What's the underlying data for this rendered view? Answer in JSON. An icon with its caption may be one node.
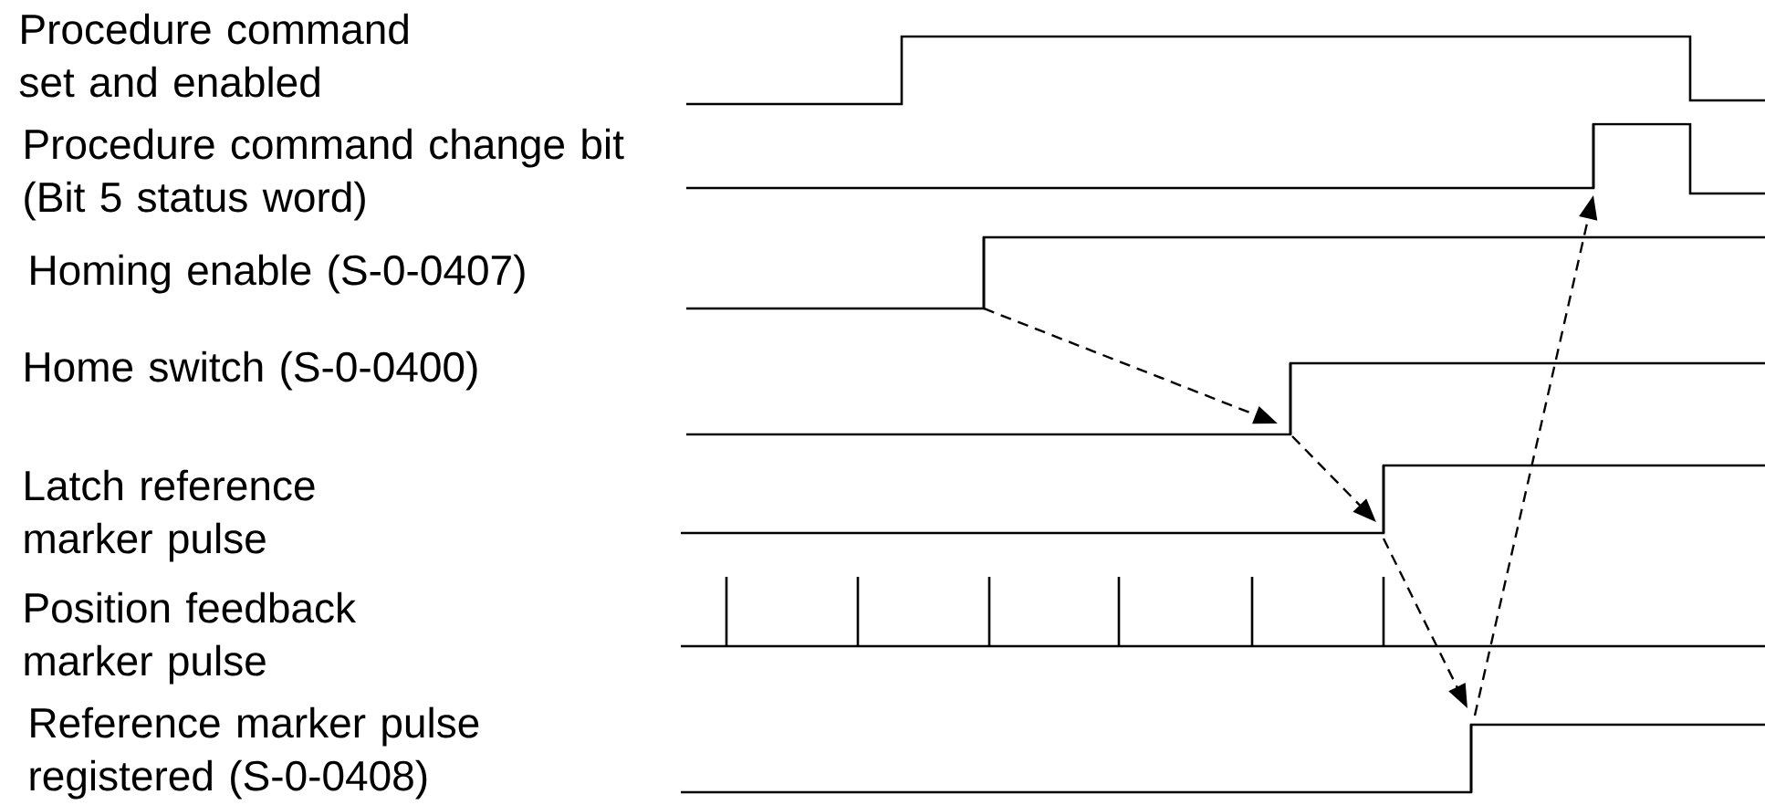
{
  "diagram": {
    "nodes": [
      {
        "text": [],
        "shape": "step"
      },
      {
        "text": [],
        "shape": "step"
      },
      {
        "text": [],
        "shape": "step"
      },
      {
        "text": [],
        "shape": "step"
      },
      {
        "text": [],
        "shape": "step"
      }
    ],
    "edges": [
      {
        "from": 1,
        "to": 2,
        "arrow": "to",
        "style": "dashed"
      },
      {
        "from": 2,
        "to": 3,
        "arrow": "to",
        "style": "dashed"
      },
      {
        "from": 3,
        "to": 4,
        "arrow": "to",
        "style": "dashed"
      },
      {
        "from": 4,
        "to": 0,
        "arrow": "to",
        "style": "dashed"
      }
    ],
    "labels": [
      "Procedure command set and enabled",
      "Procedure command change bit (Bit 5 status word)",
      "Homing enable (S-0-0407)",
      "Home switch (S-0-0400)",
      "Latch reference marker pulse",
      "Position feedback marker pulse",
      "Reference marker pulse registered (S-0-0408)"
    ]
  }
}
